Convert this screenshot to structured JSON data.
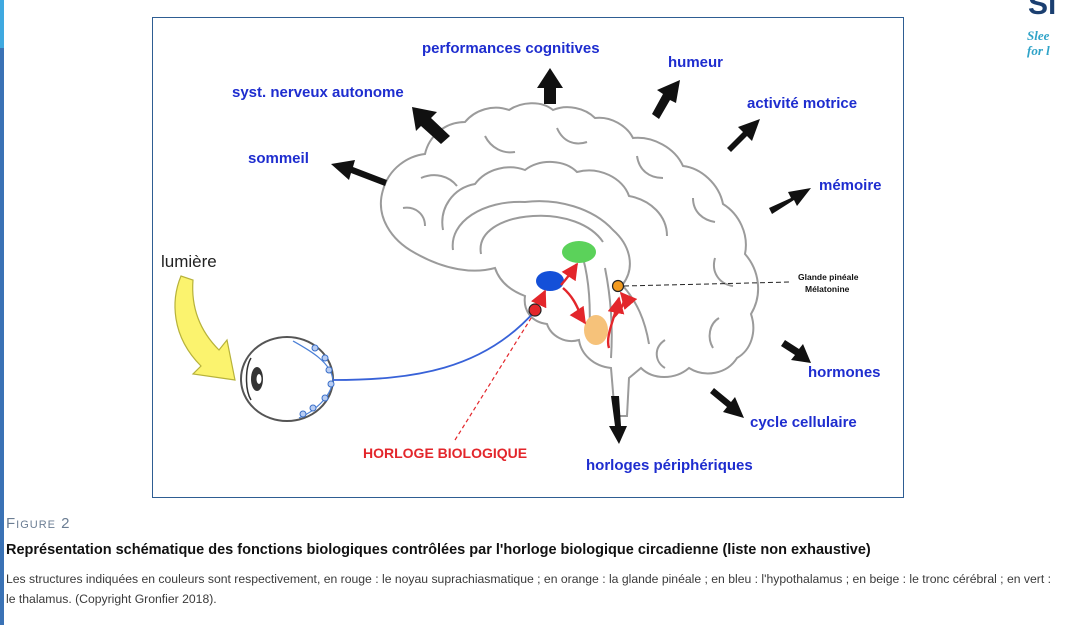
{
  "diagram": {
    "labels": {
      "performances": "performances cognitives",
      "humeur": "humeur",
      "snc": "syst. nerveux autonome",
      "activite": "activité motrice",
      "sommeil": "sommeil",
      "memoire": "mémoire",
      "lumiere": "lumière",
      "glande": "Glande pinéale",
      "melatonine": "Mélatonine",
      "hormones": "hormones",
      "cycle": "cycle cellulaire",
      "horloge": "HORLOGE BIOLOGIQUE",
      "peripheriques": "horloges périphériques"
    },
    "colors": {
      "label_blue": "#1e2dcf",
      "red": "#e3262b",
      "hypothalamus_blue": "#1450d8",
      "thalamus_green": "#5bd25a",
      "pineal_orange": "#f29a1f",
      "brainstem_beige": "#f6c27a",
      "light_yellow": "#fbf36e"
    }
  },
  "caption": {
    "figure_number": "Figure 2",
    "title": "Représentation schématique des fonctions biologiques contrôlées par l'horloge biologique circadienne (liste non exhaustive)",
    "body": "Les structures indiquées en couleurs sont respectivement, en rouge : le noyau suprachiasmatique ; en orange : la glande pinéale ; en bleu : l'hypothalamus ; en beige : le tronc cérébral ; en vert : le thalamus. (Copyright Gronfier 2018)."
  },
  "brand": {
    "mark": "Sl",
    "tagline_1": "Slee",
    "tagline_2": "for l"
  }
}
